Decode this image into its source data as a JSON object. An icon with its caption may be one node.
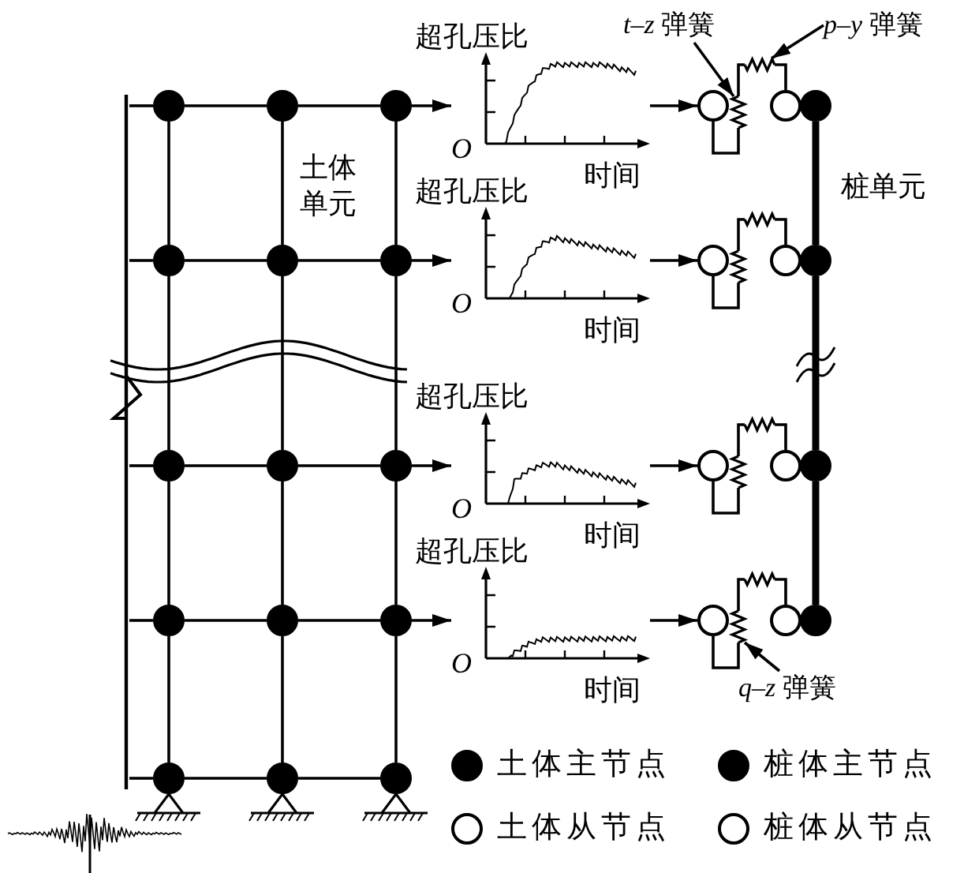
{
  "diagram": {
    "nodes": [
      {
        "text": [],
        "shape": "bar"
      },
      {
        "text": [],
        "shape": "circle"
      },
      {
        "text": [],
        "shape": "circle"
      },
      {
        "text": [],
        "shape": "circle"
      },
      {
        "text": [],
        "shape": "circle"
      },
      {
        "text": [],
        "shape": "circle"
      },
      {
        "text": [],
        "shape": "circle"
      },
      {
        "text": [],
        "shape": "circle"
      },
      {
        "text": [],
        "shape": "circle"
      },
      {
        "text": [],
        "shape": "circle"
      },
      {
        "text": [],
        "shape": "circle"
      },
      {
        "text": [],
        "shape": "circle"
      },
      {
        "text": [],
        "shape": "circle"
      },
      {
        "text": [],
        "shape": "circle"
      },
      {
        "text": [],
        "shape": "circle"
      },
      {
        "text": [],
        "shape": "circle"
      },
      {
        "text": [
          "超孔压比",
          "O",
          "时间"
        ]
      },
      {
        "text": [
          "超孔压比",
          "O",
          "时间"
        ]
      },
      {
        "text": [
          "超孔压比",
          "O",
          "时间"
        ]
      },
      {
        "text": [
          "超孔压比",
          "O",
          "时间"
        ]
      },
      {
        "text": [],
        "shape": "circle"
      },
      {
        "text": [],
        "shape": "circle"
      },
      {
        "text": [],
        "shape": "circle"
      },
      {
        "text": [],
        "shape": "circle"
      },
      {
        "text": [],
        "shape": "circle"
      },
      {
        "text": [],
        "shape": "circle"
      },
      {
        "text": [],
        "shape": "circle"
      },
      {
        "text": [],
        "shape": "circle"
      },
      {
        "text": [],
        "shape": "circle"
      },
      {
        "text": [],
        "shape": "circle"
      },
      {
        "text": [],
        "shape": "circle"
      },
      {
        "text": [],
        "shape": "circle"
      },
      {
        "text": [
          "*t*–*z* 弹簧"
        ]
      },
      {
        "text": [
          "*p*–*y* 弹簧"
        ]
      },
      {
        "text": [
          "*q*–*z* 弹簧"
        ]
      },
      {
        "text": [],
        "shape": "spring"
      },
      {
        "text": [],
        "shape": "spring"
      },
      {
        "text": [],
        "shape": "spring"
      },
      {
        "text": [],
        "shape": "spring"
      },
      {
        "text": [],
        "shape": "spring"
      },
      {
        "text": [],
        "shape": "spring"
      },
      {
        "text": [],
        "shape": "spring"
      },
      {
        "text": [],
        "shape": "spring"
      }
    ],
    "edges": [
      {
        "from": 0,
        "to": 1,
        "arrow": "none"
      },
      {
        "from": 0,
        "to": 4,
        "arrow": "none"
      },
      {
        "from": 0,
        "to": 7,
        "arrow": "none"
      },
      {
        "from": 0,
        "to": 10,
        "arrow": "none"
      },
      {
        "from": 0,
        "to": 13,
        "arrow": "none"
      },
      {
        "from": 1,
        "to": 2,
        "arrow": "none"
      },
      {
        "from": 2,
        "to": 3,
        "arrow": "none"
      },
      {
        "from": 4,
        "to": 5,
        "arrow": "none"
      },
      {
        "from": 5,
        "to": 6,
        "arrow": "none"
      },
      {
        "from": 7,
        "to": 8,
        "arrow": "none"
      },
      {
        "from": 8,
        "to": 9,
        "arrow": "none"
      },
      {
        "from": 10,
        "to": 11,
        "arrow": "none"
      },
      {
        "from": 11,
        "to": 12,
        "arrow": "none"
      },
      {
        "from": 13,
        "to": 14,
        "arrow": "none"
      },
      {
        "from": 14,
        "to": 15,
        "arrow": "none"
      },
      {
        "from": 1,
        "to": 4,
        "arrow": "none"
      },
      {
        "from": 4,
        "to": 7,
        "arrow": "none"
      },
      {
        "from": 7,
        "to": 10,
        "arrow": "none"
      },
      {
        "from": 10,
        "to": 13,
        "arrow": "none"
      },
      {
        "from": 2,
        "to": 5,
        "arrow": "none"
      },
      {
        "from": 5,
        "to": 8,
        "arrow": "none"
      },
      {
        "from": 8,
        "to": 11,
        "arrow": "none"
      },
      {
        "from": 11,
        "to": 14,
        "arrow": "none"
      },
      {
        "from": 3,
        "to": 6,
        "arrow": "none"
      },
      {
        "from": 6,
        "to": 9,
        "arrow": "none"
      },
      {
        "from": 9,
        "to": 12,
        "arrow": "none"
      },
      {
        "from": 12,
        "to": 15,
        "arrow": "none"
      },
      {
        "from": 3,
        "to": 16,
        "arrow": "to"
      },
      {
        "from": 6,
        "to": 17,
        "arrow": "to"
      },
      {
        "from": 9,
        "to": 18,
        "arrow": "to"
      },
      {
        "from": 12,
        "to": 19,
        "arrow": "to"
      },
      {
        "from": 16,
        "to": 20,
        "arrow": "to"
      },
      {
        "from": 17,
        "to": 21,
        "arrow": "to"
      },
      {
        "from": 18,
        "to": 22,
        "arrow": "to"
      },
      {
        "from": 19,
        "to": 23,
        "arrow": "to"
      },
      {
        "from": 20,
        "to": 35,
        "arrow": "none"
      },
      {
        "from": 35,
        "to": 39,
        "arrow": "none"
      },
      {
        "from": 39,
        "to": 24,
        "arrow": "none"
      },
      {
        "from": 21,
        "to": 36,
        "arrow": "none"
      },
      {
        "from": 36,
        "to": 40,
        "arrow": "none"
      },
      {
        "from": 40,
        "to": 25,
        "arrow": "none"
      },
      {
        "from": 22,
        "to": 37,
        "arrow": "none"
      },
      {
        "from": 37,
        "to": 41,
        "arrow": "none"
      },
      {
        "from": 41,
        "to": 26,
        "arrow": "none"
      },
      {
        "from": 23,
        "to": 38,
        "arrow": "none"
      },
      {
        "from": 38,
        "to": 42,
        "arrow": "none"
      },
      {
        "from": 42,
        "to": 27,
        "arrow": "none"
      },
      {
        "from": 28,
        "to": 29,
        "arrow": "none",
        "style": "thick"
      },
      {
        "from": 29,
        "to": 30,
        "arrow": "none",
        "style": "thick"
      },
      {
        "from": 30,
        "to": 31,
        "arrow": "none",
        "style": "thick"
      },
      {
        "from": 32,
        "to": 35,
        "arrow": "to"
      },
      {
        "from": 33,
        "to": 39,
        "arrow": "to"
      },
      {
        "from": 34,
        "to": 38,
        "arrow": "to"
      }
    ],
    "labels": [
      "土体单元",
      "桩单元"
    ],
    "legend": [
      {
        "text": "土体主节点"
      },
      {
        "text": "桩体主节点"
      },
      {
        "text": "土体从节点"
      },
      {
        "text": "桩体从节点"
      }
    ]
  }
}
